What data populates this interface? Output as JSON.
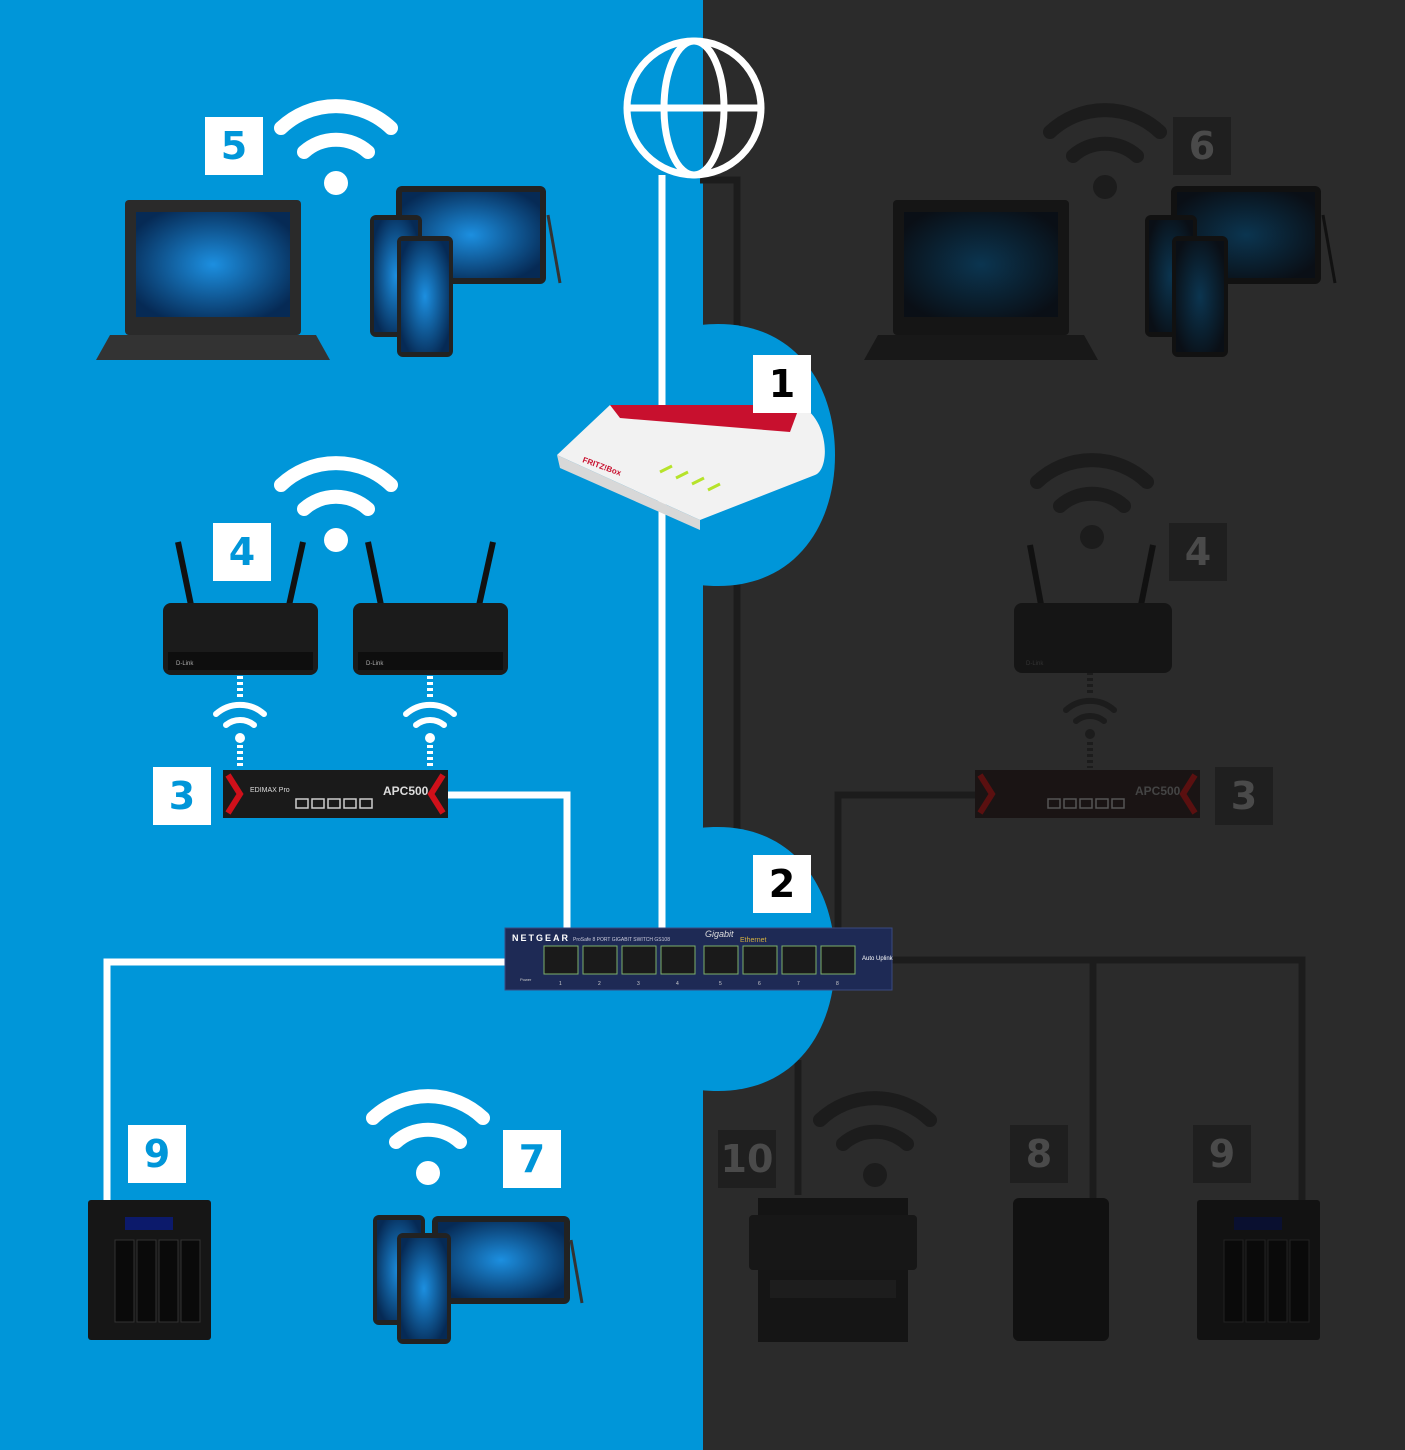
{
  "colors": {
    "blue_side": "#0096d9",
    "dark_side": "#2b2b2b",
    "white_line": "#ffffff",
    "dark_line": "#1c1c1c"
  },
  "labels": {
    "router": "1",
    "switch": "2",
    "controller_left": "3",
    "controller_right": "3",
    "access_points_left": "4",
    "access_point_right": "4",
    "clients_left": "5",
    "clients_right": "6",
    "mobile_left": "7",
    "nas_small": "8",
    "nas_left": "9",
    "nas_right": "9",
    "printer": "10"
  },
  "devices": {
    "router_brand": "FRITZ!Box",
    "switch_brand": "NETGEAR",
    "switch_model": "ProSafe 8 PORT GIGABIT SWITCH GS108",
    "switch_gigabit": "Gigabit",
    "switch_ethernet": "Ethernet",
    "switch_ports": [
      "1",
      "2",
      "3",
      "4",
      "5",
      "6",
      "7",
      "8"
    ],
    "switch_uplink": "Auto Uplink",
    "switch_power": "Power",
    "controller_brand": "EDIMAX Pro",
    "controller_model": "APC500",
    "ap_brand": "D-Link"
  },
  "icons": [
    "globe-icon",
    "wifi-icon"
  ]
}
